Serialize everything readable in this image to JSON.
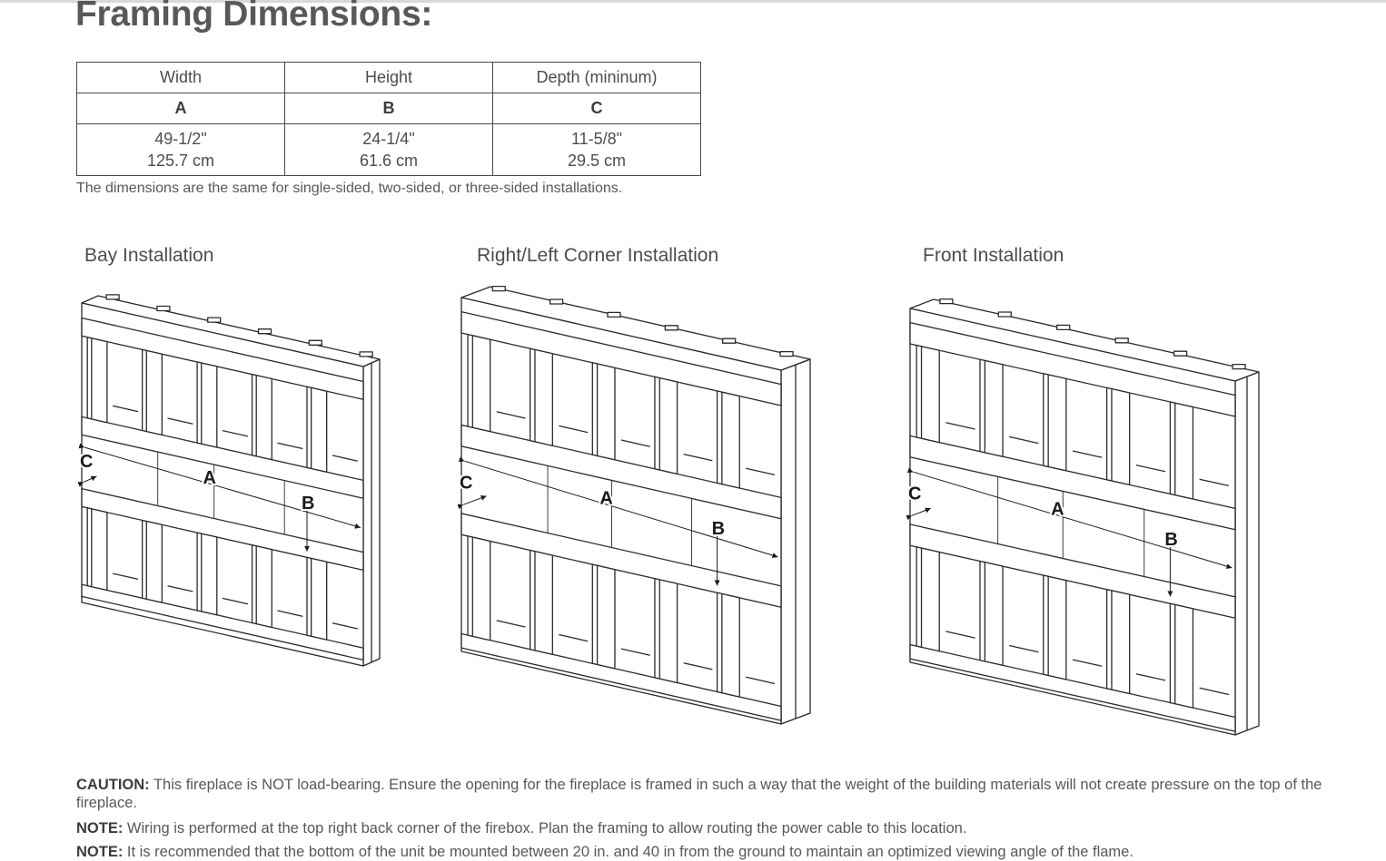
{
  "page": {
    "title": "Framing Dimensions:"
  },
  "table": {
    "headers": [
      "Width",
      "Height",
      "Depth (mininum)"
    ],
    "letters": [
      "A",
      "B",
      "C"
    ],
    "values": [
      {
        "imperial": "49-1/2\"",
        "metric": "125.7 cm"
      },
      {
        "imperial": "24-1/4\"",
        "metric": "61.6 cm"
      },
      {
        "imperial": "11-5/8\"",
        "metric": "29.5 cm"
      }
    ],
    "note": "The dimensions are the same for single-sided, two-sided, or three-sided installations."
  },
  "installations": [
    {
      "title": "Bay Installation",
      "labels": {
        "a": "A",
        "b": "B",
        "c": "C"
      }
    },
    {
      "title": "Right/Left Corner Installation",
      "labels": {
        "a": "A",
        "b": "B",
        "c": "C"
      }
    },
    {
      "title": "Front Installation",
      "labels": {
        "a": "A",
        "b": "B",
        "c": "C"
      }
    }
  ],
  "notes": [
    {
      "label": "CAUTION:",
      "text": " This fireplace is NOT load-bearing. Ensure the opening for the fireplace is framed in such a way that the weight of the building materials will not create pressure on the top of the fireplace."
    },
    {
      "label": "NOTE:",
      "text": " Wiring is performed at the top right back corner of the firebox. Plan the framing to allow routing the power cable to this location."
    },
    {
      "label": "NOTE:",
      "text": " It is recommended that the bottom of the unit be mounted between 20 in. and 40 in from the ground to maintain an optimized viewing angle of the flame."
    }
  ]
}
